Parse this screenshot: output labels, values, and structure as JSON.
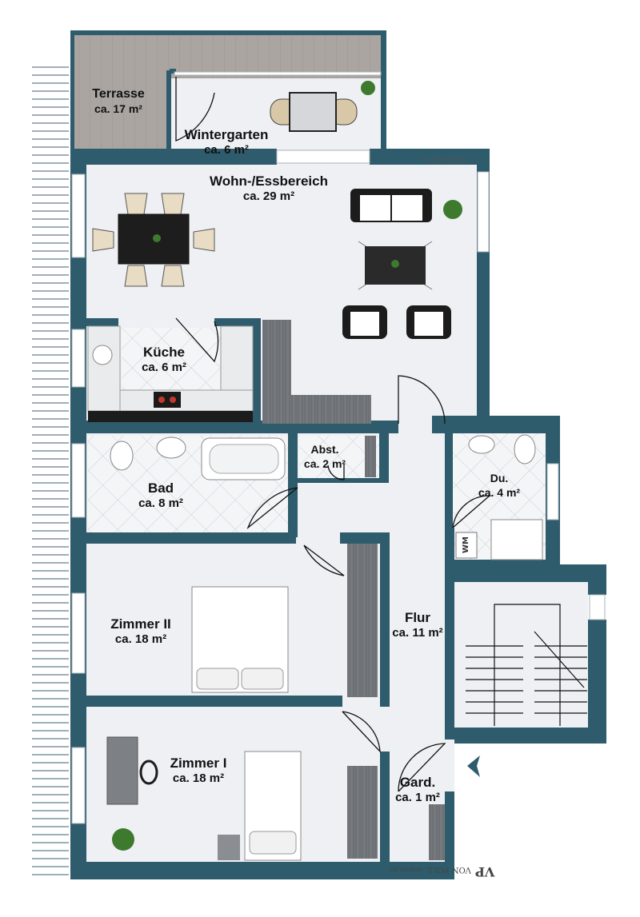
{
  "rooms": {
    "terrasse": {
      "name": "Terrasse",
      "area": "ca. 17 m²"
    },
    "wintergarten": {
      "name": "Wintergarten",
      "area": "ca. 6 m²"
    },
    "wohn": {
      "name": "Wohn-/Essbereich",
      "area": "ca. 29 m²"
    },
    "kueche": {
      "name": "Küche",
      "area": "ca. 6 m²"
    },
    "bad": {
      "name": "Bad",
      "area": "ca. 8 m²"
    },
    "abst": {
      "name": "Abst.",
      "area": "ca. 2 m²"
    },
    "du": {
      "name": "Du.",
      "area": "ca. 4 m²"
    },
    "zimmer2": {
      "name": "Zimmer II",
      "area": "ca. 18 m²"
    },
    "flur": {
      "name": "Flur",
      "area": "ca. 11 m²"
    },
    "zimmer1": {
      "name": "Zimmer I",
      "area": "ca. 18 m²"
    },
    "gard": {
      "name": "Gard.",
      "area": "ca. 1 m²"
    }
  },
  "appliance": {
    "wm_label": "WM"
  },
  "watermarks": {
    "mcgrundriss": "McGrundriss",
    "brand_logo": "VP",
    "brand_name": "VON POLL",
    "brand_sub": "IMMOBILIEN"
  },
  "colors": {
    "wall": "#2e5c6c",
    "floor": "#eef0f4",
    "terrace": "#a9a4a0",
    "tile_line": "#c9cfd6",
    "furniture_dark": "#1c1c1c",
    "chair": "#e8dcc4",
    "wardrobe": "#6f7377"
  },
  "icons": {
    "entrance": "entrance-arrow-icon",
    "plant": "plant-icon"
  }
}
